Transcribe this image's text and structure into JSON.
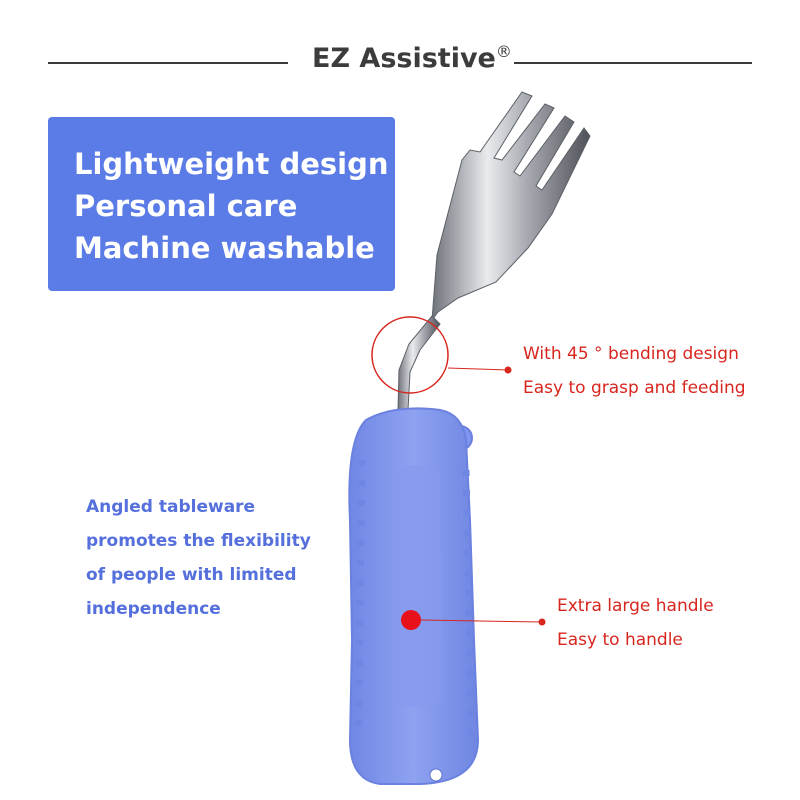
{
  "brand": {
    "name": "EZ Assistive",
    "mark": "®"
  },
  "features": {
    "lines": [
      "Lightweight design",
      "Personal care",
      "Machine washable"
    ]
  },
  "callouts": {
    "bend": {
      "lines": [
        "With 45 ° bending design",
        "Easy to grasp and feeding"
      ]
    },
    "handle": {
      "lines": [
        "Extra large handle",
        "Easy to handle"
      ]
    }
  },
  "description": {
    "lines": [
      "Angled tableware",
      "promotes the flexibility",
      "of people with limited",
      "independence"
    ]
  },
  "colors": {
    "feature_box": "#5b7be6",
    "callout_red": "#d7261e",
    "description_blue": "#5570dc",
    "handle_blue": "#7f95ee"
  },
  "icons": {
    "product": "bent-fork-icon"
  }
}
